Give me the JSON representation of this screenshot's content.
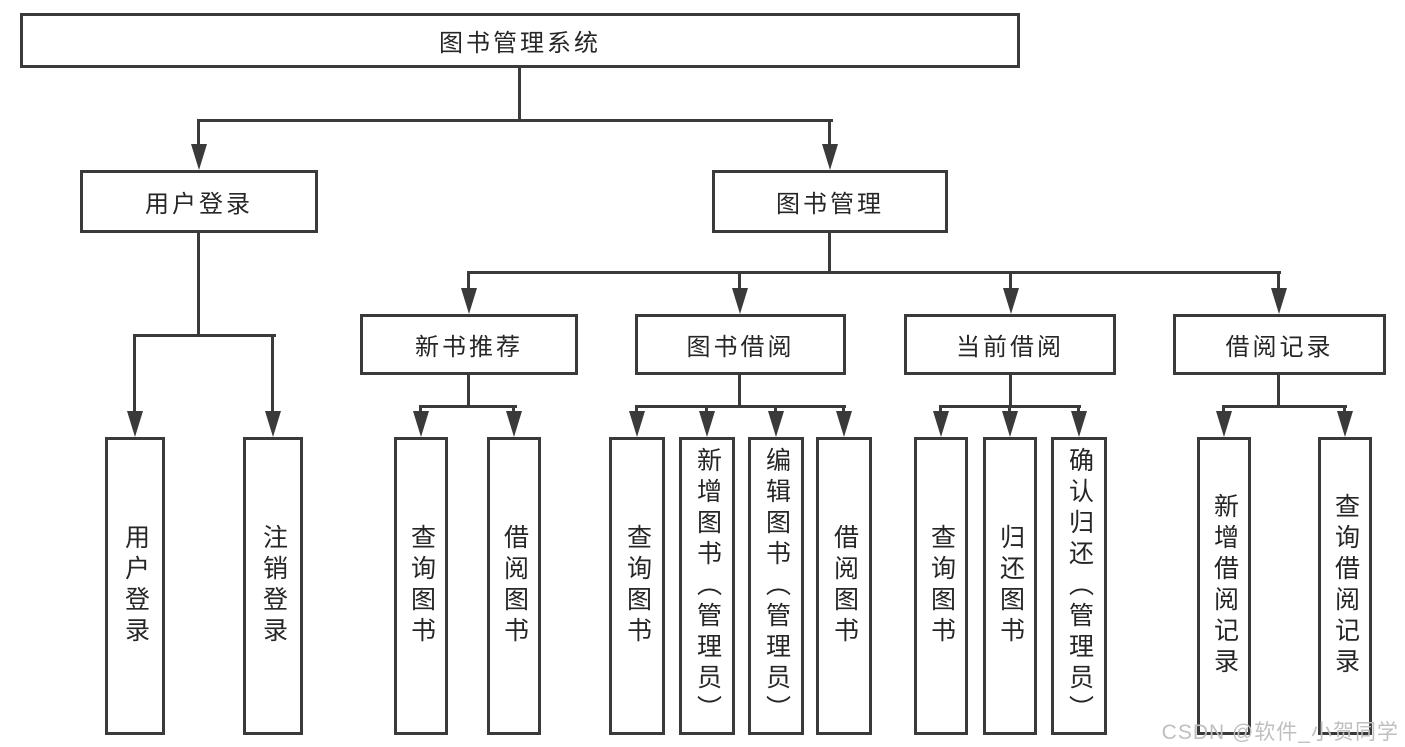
{
  "root": "图书管理系统",
  "login": {
    "label": "用户登录",
    "children": [
      "用户登录",
      "注销登录"
    ]
  },
  "manage": {
    "label": "图书管理",
    "sections": [
      {
        "label": "新书推荐",
        "children": [
          "查询图书",
          "借阅图书"
        ]
      },
      {
        "label": "图书借阅",
        "children": [
          "查询图书",
          "新增图书（管理员）",
          "编辑图书（管理员）",
          "借阅图书"
        ]
      },
      {
        "label": "当前借阅",
        "children": [
          "查询图书",
          "归还图书",
          "确认归还（管理员）"
        ]
      },
      {
        "label": "借阅记录",
        "children": [
          "新增借阅记录",
          "查询借阅记录"
        ]
      }
    ]
  },
  "watermark": {
    "text": "CSDN @软件_小贺同学",
    "color": "#bfbfbf"
  },
  "colors": {
    "line": "#3a3a3a",
    "box_border": "#3a3a3a",
    "text": "#262626",
    "background": "#ffffff"
  }
}
